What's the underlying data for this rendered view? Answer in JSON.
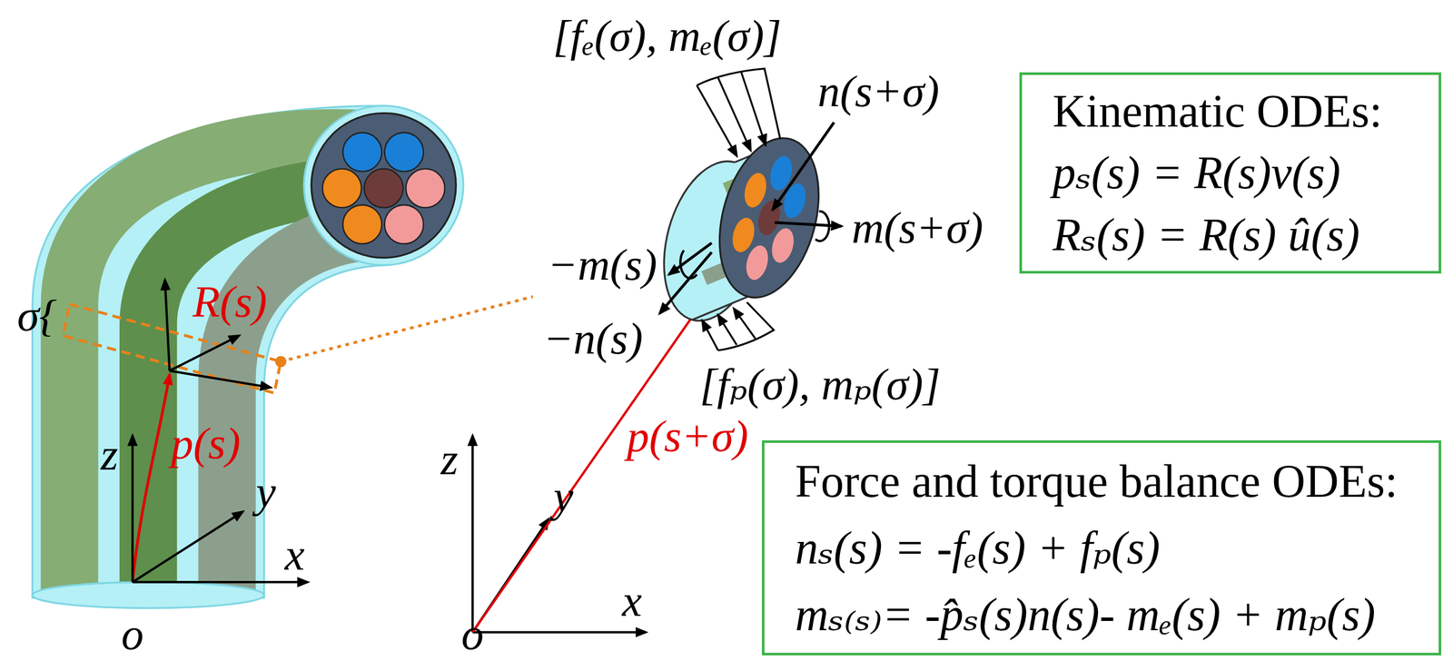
{
  "diagram": {
    "nodes": [
      {
        "text": [
          "Kinematic ODEs:",
          "pₛ(s) = R(s)v(s)",
          "Rₛ(s) = R(s) û(s)"
        ]
      },
      {
        "text": [
          "Force and torque balance ODEs:",
          "nₛ(s) = -fₑ(s) + fₚ(s)",
          "mₛ₍ₛ₎= -p̂ₛ(s)n(s)- mₑ(s) + mₚ(s)"
        ]
      }
    ],
    "labels": [
      "[fₑ(σ), mₑ(σ)]",
      "n(s+σ)",
      "−m(s)",
      "m(s+σ)",
      "σ{",
      "R(s)",
      "−n(s)",
      "[fₚ(σ), mₚ(σ)]",
      "p(s+σ)",
      "z",
      "p(s)",
      "y",
      "z",
      "y",
      "x",
      "o",
      "o",
      "x"
    ]
  }
}
